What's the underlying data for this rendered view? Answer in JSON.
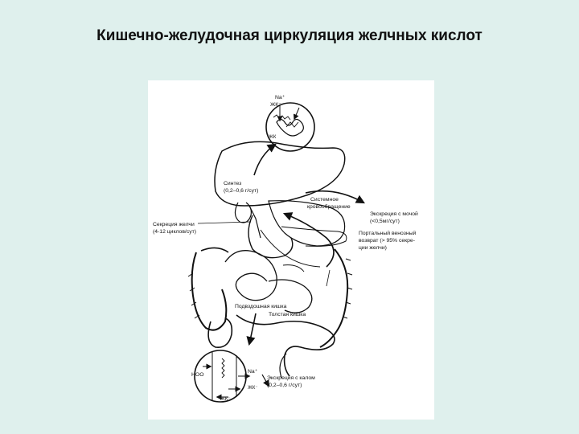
{
  "title": "Кишечно-желудочная циркуляция желчных кислот",
  "labels": {
    "na_top": "Na⁺",
    "zhk_top": "ЖК⁻",
    "zhk_inner": "ЖК",
    "synthesis_1": "Синтез",
    "synthesis_2": "(0,2–0,6 г/сут)",
    "systemic_1": "Системное",
    "systemic_2": "кровообращение",
    "bile_secretion_1": "Секреция желчи",
    "bile_secretion_2": "(4-12 циклов/сут)",
    "urine_1": "Экскреция с мочой",
    "urine_2": "(<0,5мг/сут)",
    "portal_1": "Портальный венозный",
    "portal_2": "возврат (> 95% секре-",
    "portal_3": "ции желчи)",
    "ileum": "Подвздошная кишка",
    "colon": "Толстая кишка",
    "hoo": "HOO",
    "na_bottom": "Na⁺",
    "zhk_bottom_1": "ЖК⁻",
    "zhk_bottom_2": "ЖК⁻",
    "feces_1": "Экскреция с калом",
    "feces_2": "(0,2–0,6 г/сут)"
  }
}
